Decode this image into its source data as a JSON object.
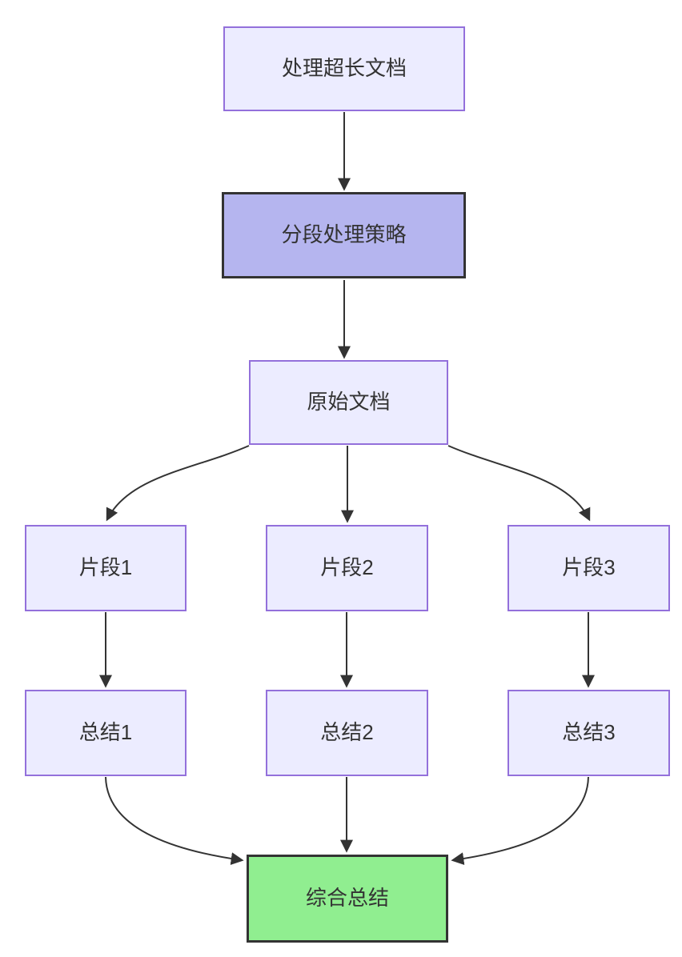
{
  "diagram": {
    "type": "flowchart",
    "direction": "top-down",
    "nodes": [
      {
        "id": "A",
        "label": "处理超长文档",
        "style": "default"
      },
      {
        "id": "B",
        "label": "分段处理策略",
        "style": "highlight-purple"
      },
      {
        "id": "C",
        "label": "原始文档",
        "style": "default"
      },
      {
        "id": "D1",
        "label": "片段1",
        "style": "default"
      },
      {
        "id": "D2",
        "label": "片段2",
        "style": "default"
      },
      {
        "id": "D3",
        "label": "片段3",
        "style": "default"
      },
      {
        "id": "S1",
        "label": "总结1",
        "style": "default"
      },
      {
        "id": "S2",
        "label": "总结2",
        "style": "default"
      },
      {
        "id": "S3",
        "label": "总结3",
        "style": "default"
      },
      {
        "id": "F",
        "label": "综合总结",
        "style": "highlight-green"
      }
    ],
    "edges": [
      {
        "from": "A",
        "to": "B"
      },
      {
        "from": "B",
        "to": "C"
      },
      {
        "from": "C",
        "to": "D1"
      },
      {
        "from": "C",
        "to": "D2"
      },
      {
        "from": "C",
        "to": "D3"
      },
      {
        "from": "D1",
        "to": "S1"
      },
      {
        "from": "D2",
        "to": "S2"
      },
      {
        "from": "D3",
        "to": "S3"
      },
      {
        "from": "S1",
        "to": "F"
      },
      {
        "from": "S2",
        "to": "F"
      },
      {
        "from": "S3",
        "to": "F"
      }
    ],
    "colors": {
      "background": "#ffffff",
      "node_fill": "#ECECFF",
      "node_border": "#9370DB",
      "highlight_purple_fill": "#b5b5ef",
      "highlight_green_fill": "#90ee90",
      "highlight_border": "#333333",
      "edge_color": "#333333",
      "text_color": "#333333"
    }
  }
}
